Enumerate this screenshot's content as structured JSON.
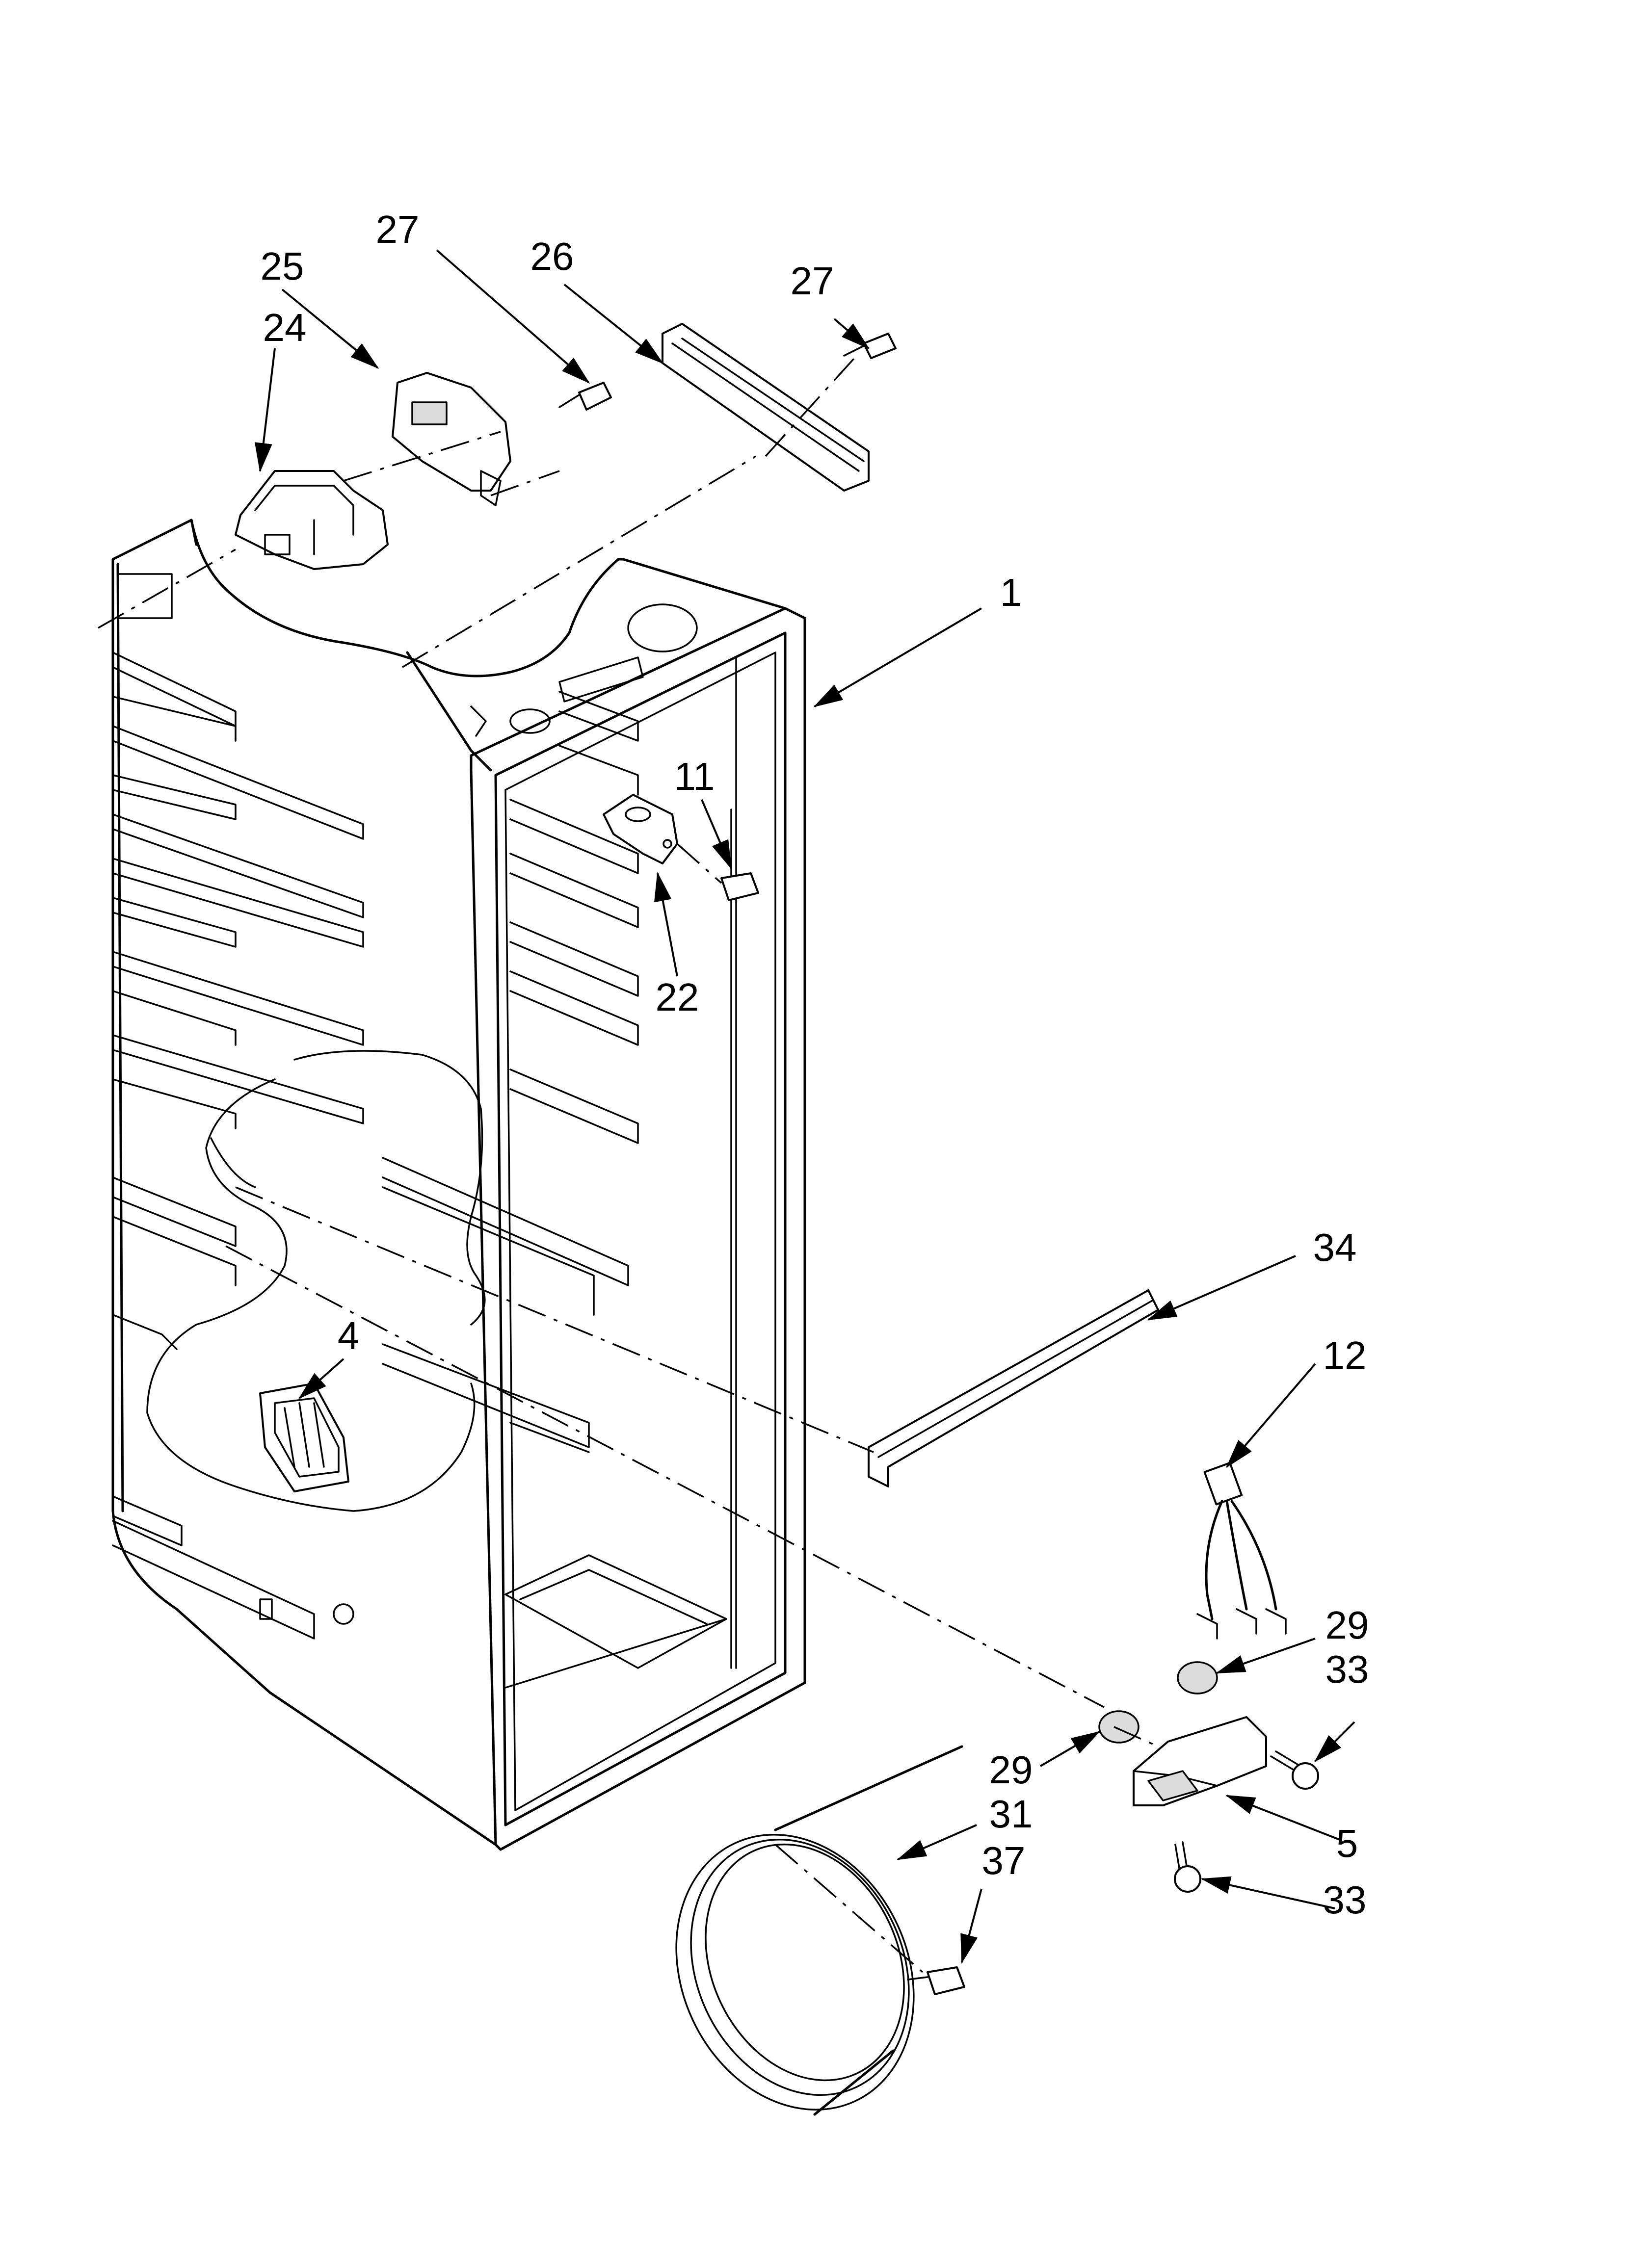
{
  "callouts": [
    {
      "id": "c1",
      "text": "1"
    },
    {
      "id": "c4",
      "text": "4"
    },
    {
      "id": "c5",
      "text": "5"
    },
    {
      "id": "c11",
      "text": "11"
    },
    {
      "id": "c12",
      "text": "12"
    },
    {
      "id": "c22",
      "text": "22"
    },
    {
      "id": "c24",
      "text": "24"
    },
    {
      "id": "c25",
      "text": "25"
    },
    {
      "id": "c26",
      "text": "26"
    },
    {
      "id": "c27a",
      "text": "27"
    },
    {
      "id": "c27b",
      "text": "27"
    },
    {
      "id": "c29a",
      "text": "29"
    },
    {
      "id": "c29b",
      "text": "29"
    },
    {
      "id": "c31",
      "text": "31"
    },
    {
      "id": "c33a",
      "text": "33"
    },
    {
      "id": "c33b",
      "text": "33"
    },
    {
      "id": "c34",
      "text": "34"
    },
    {
      "id": "c37",
      "text": "37"
    }
  ]
}
